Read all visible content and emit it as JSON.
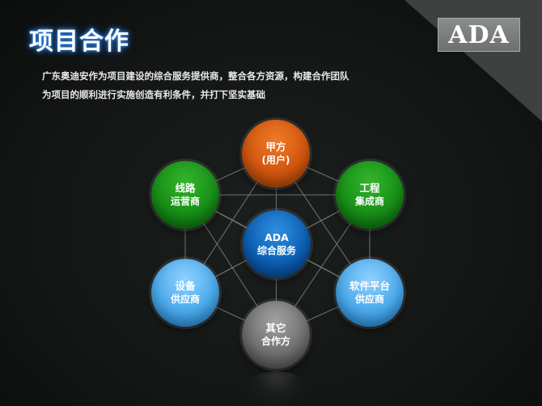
{
  "slide": {
    "title": "项目合作",
    "logo_text": "ADA",
    "intro_lines": [
      "广东奥迪安作为项目建设的综合服务提供商，整合各方资源，构建合作团队",
      "为项目的顺利进行实施创造有利条件，并打下坚实基础"
    ]
  },
  "nodes": {
    "client": {
      "line1": "甲方",
      "line2": "(用户)",
      "color": "#e0651a"
    },
    "engineer": {
      "line1": "工程",
      "line2": "集成商",
      "color": "#1f9c1f"
    },
    "software": {
      "line1": "软件平台",
      "line2": "供应商",
      "color": "#4aa9ea"
    },
    "other": {
      "line1": "其它",
      "line2": "合作方",
      "color": "#6f6f6f"
    },
    "device": {
      "line1": "设备",
      "line2": "供应商",
      "color": "#4aa9ea"
    },
    "operator": {
      "line1": "线路",
      "line2": "运营商",
      "color": "#1f9c1f"
    },
    "center": {
      "line1": "ADA",
      "line2": "综合服务",
      "color": "#0b5fb3"
    }
  }
}
